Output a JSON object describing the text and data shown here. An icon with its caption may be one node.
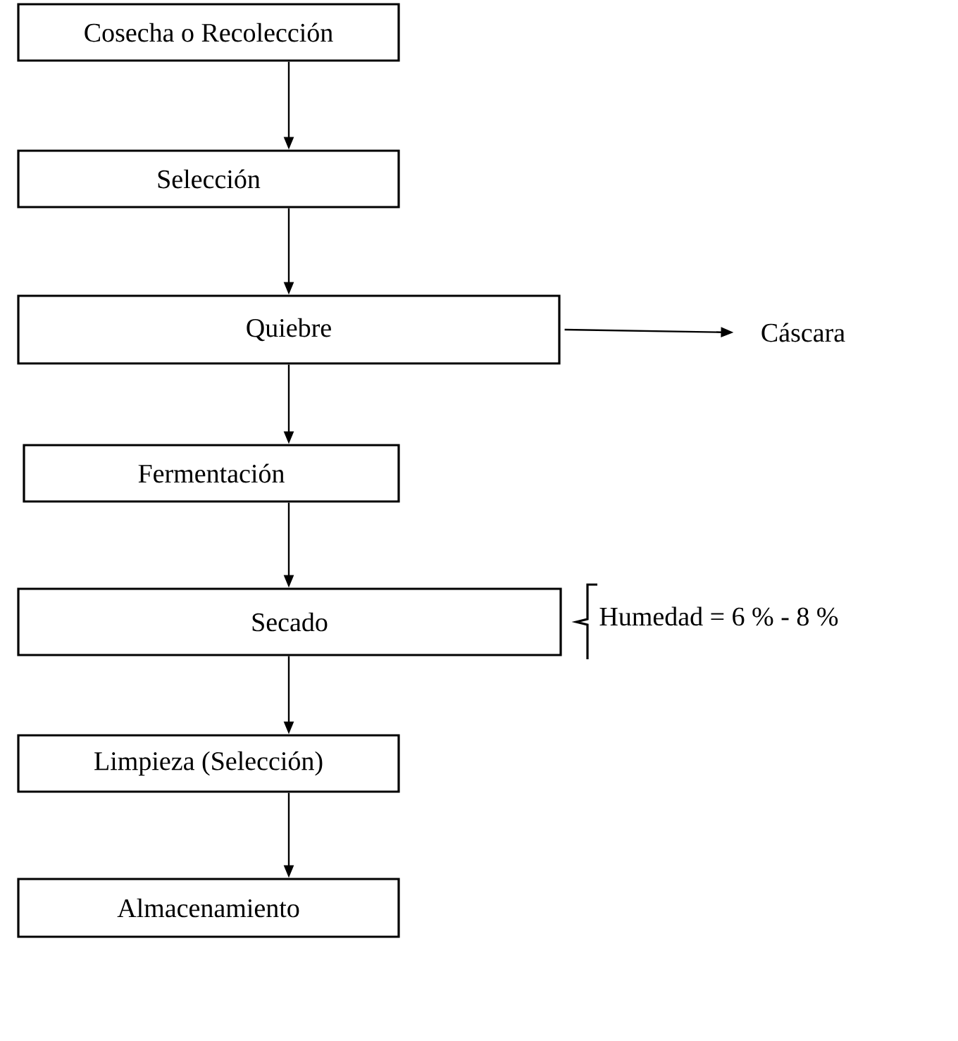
{
  "diagram": {
    "nodes": [
      {
        "text": [
          "Cosecha o Recolección"
        ]
      },
      {
        "text": [
          "Selección"
        ]
      },
      {
        "text": [
          "Quiebre"
        ]
      },
      {
        "text": [
          "Fermentación"
        ]
      },
      {
        "text": [
          "Secado"
        ],
        "beside": [
          "Humedad = 6 % - 8 %"
        ]
      },
      {
        "text": [
          "Limpieza (Selección)"
        ]
      },
      {
        "text": [
          "Almacenamiento"
        ]
      },
      {
        "text": [
          "Cáscara"
        ]
      }
    ],
    "edges": [
      {
        "from": 0,
        "to": 1,
        "arrow": "to"
      },
      {
        "from": 1,
        "to": 2,
        "arrow": "to"
      },
      {
        "from": 2,
        "to": 3,
        "arrow": "to"
      },
      {
        "from": 3,
        "to": 4,
        "arrow": "to"
      },
      {
        "from": 4,
        "to": 5,
        "arrow": "to"
      },
      {
        "from": 5,
        "to": 6,
        "arrow": "to"
      },
      {
        "from": 2,
        "to": 7,
        "arrow": "to"
      }
    ]
  }
}
